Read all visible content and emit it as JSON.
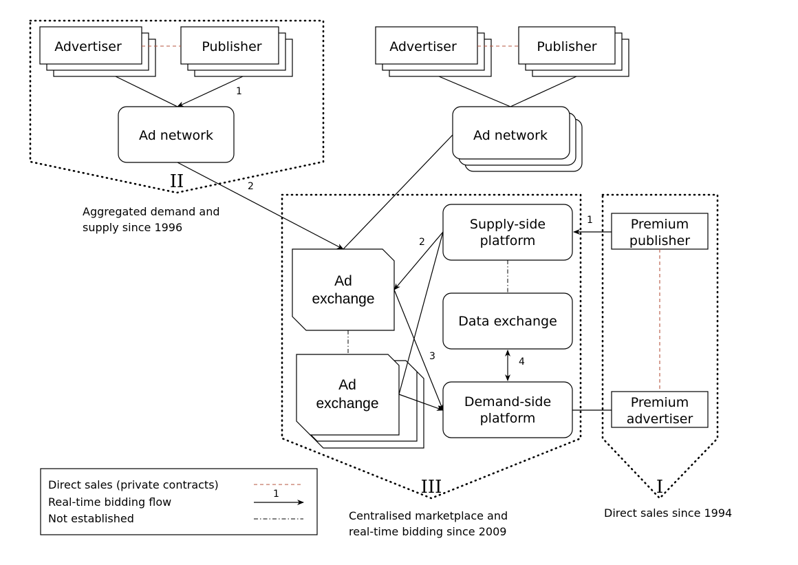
{
  "nodes": {
    "advertiser_left": "Advertiser",
    "publisher_left": "Publisher",
    "ad_network_left": "Ad network",
    "advertiser_right": "Advertiser",
    "publisher_right": "Publisher",
    "ad_network_right": "Ad network",
    "ad_exchange_top_line1": "Ad",
    "ad_exchange_top_line2": "exchange",
    "ad_exchange_bottom_line1": "Ad",
    "ad_exchange_bottom_line2": "exchange",
    "ssp_line1": "Supply-side",
    "ssp_line2": "platform",
    "data_exchange": "Data exchange",
    "dsp_line1": "Demand-side",
    "dsp_line2": "platform",
    "premium_publisher_line1": "Premium",
    "premium_publisher_line2": "publisher",
    "premium_advertiser_line1": "Premium",
    "premium_advertiser_line2": "advertiser"
  },
  "edge_labels": {
    "publisher_to_adnetwork": "1",
    "adnetwork_to_exchange": "2",
    "ssp_to_exchange": "2",
    "exchange_to_dsp": "3",
    "dataexchange_dsp": "4",
    "premium_publisher_to_ssp": "1"
  },
  "regions": {
    "ii": {
      "numeral": "II",
      "caption_line1": "Aggregated demand and",
      "caption_line2": "supply since 1996"
    },
    "iii": {
      "numeral": "III",
      "caption_line1": "Centralised marketplace and",
      "caption_line2": "real-time bidding since 2009"
    },
    "i": {
      "numeral": "I",
      "caption_line1": "Direct sales since 1994"
    }
  },
  "legend": {
    "direct_sales": "Direct sales (private contracts)",
    "rtb_flow": "Real-time bidding flow",
    "rtb_flow_number": "1",
    "not_established": "Not established"
  },
  "colors": {
    "direct_sales_line": "#b5533c"
  }
}
